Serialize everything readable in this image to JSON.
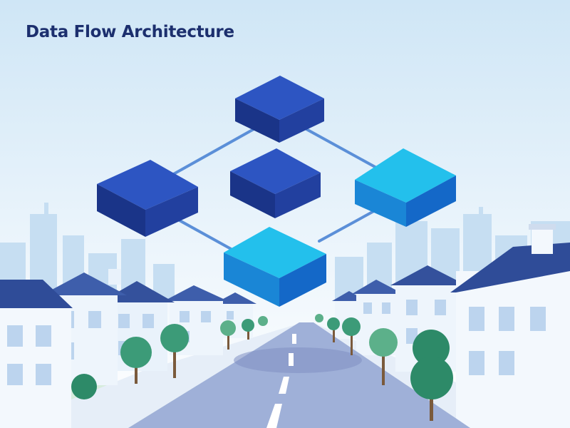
{
  "diagram": {
    "title": "Data Flow Architecture",
    "nodes": [
      {
        "id": "top",
        "shape": "isometric-block",
        "tone": "dark-blue"
      },
      {
        "id": "left",
        "shape": "isometric-block",
        "tone": "dark-blue"
      },
      {
        "id": "center",
        "shape": "isometric-block",
        "tone": "dark-blue"
      },
      {
        "id": "right",
        "shape": "isometric-block",
        "tone": "cyan"
      },
      {
        "id": "bottom",
        "shape": "isometric-block",
        "tone": "cyan"
      }
    ],
    "edges": [
      {
        "from": "top",
        "to": "left"
      },
      {
        "from": "top",
        "to": "right"
      },
      {
        "from": "left",
        "to": "bottom"
      },
      {
        "from": "right",
        "to": "bottom"
      }
    ]
  },
  "colors": {
    "sky_top": "#cfe6f6",
    "sky_bottom": "#ffffff",
    "title": "#1c2f6e",
    "dark_block_top": "#2d55c2",
    "dark_block_left": "#1a3488",
    "dark_block_right": "#22409f",
    "cyan_block_top": "#23c0ec",
    "cyan_block_left": "#1a86d6",
    "cyan_block_right": "#1468c8",
    "connector": "#5b8fd8",
    "road": "#9fb0d8",
    "roof": "#3e5eab",
    "house_wall": "#eef5fc",
    "tree": "#3c9b78"
  }
}
